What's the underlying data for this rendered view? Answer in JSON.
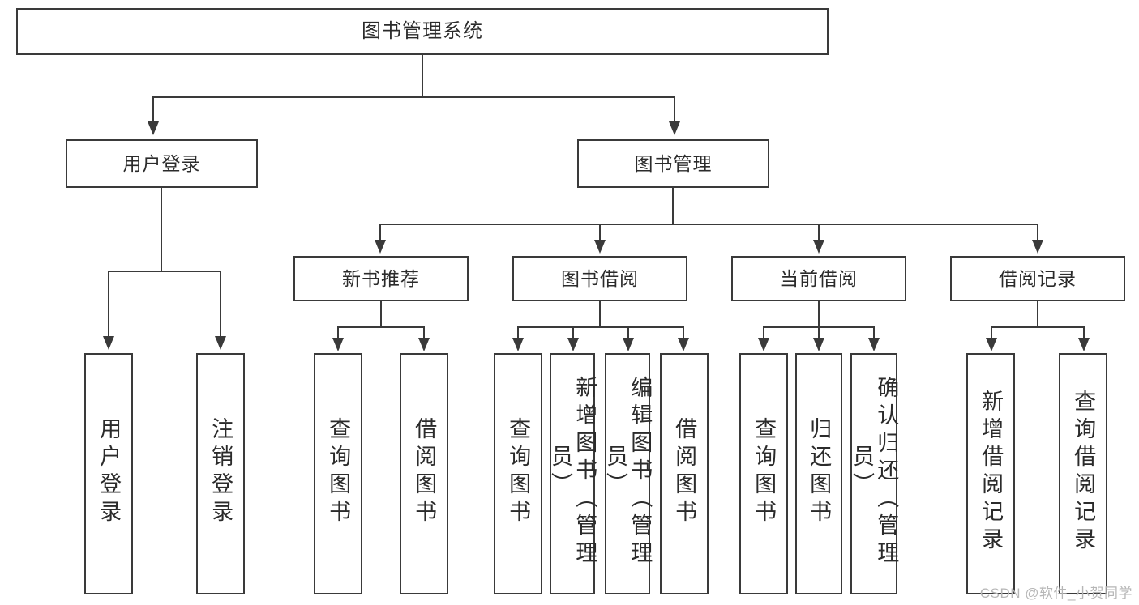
{
  "diagram": {
    "title": "图书管理系统",
    "type": "tree",
    "root": {
      "label": "图书管理系统"
    },
    "level2": [
      {
        "label": "用户登录"
      },
      {
        "label": "图书管理"
      }
    ],
    "level3": [
      {
        "label": "新书推荐"
      },
      {
        "label": "图书借阅"
      },
      {
        "label": "当前借阅"
      },
      {
        "label": "借阅记录"
      }
    ],
    "leaves": {
      "user_login": [
        {
          "label": "用户登录"
        },
        {
          "label": "注销登录"
        }
      ],
      "new_book_recommend": [
        {
          "label": "查询图书"
        },
        {
          "label": "借阅图书"
        }
      ],
      "book_borrow": [
        {
          "label": "查询图书"
        },
        {
          "label": "新增图书（管理员）"
        },
        {
          "label": "编辑图书（管理员）"
        },
        {
          "label": "借阅图书"
        }
      ],
      "current_borrow": [
        {
          "label": "查询图书"
        },
        {
          "label": "归还图书"
        },
        {
          "label": "确认归还（管理员）"
        }
      ],
      "borrow_record": [
        {
          "label": "新增借阅记录"
        },
        {
          "label": "查询借阅记录"
        }
      ]
    }
  },
  "watermark": {
    "text": "CSDN @软件_小贺同学"
  },
  "colors": {
    "stroke": "#3a3a3a",
    "background": "#ffffff",
    "text": "#2b2b2b",
    "watermark": "#b6b6b6"
  }
}
